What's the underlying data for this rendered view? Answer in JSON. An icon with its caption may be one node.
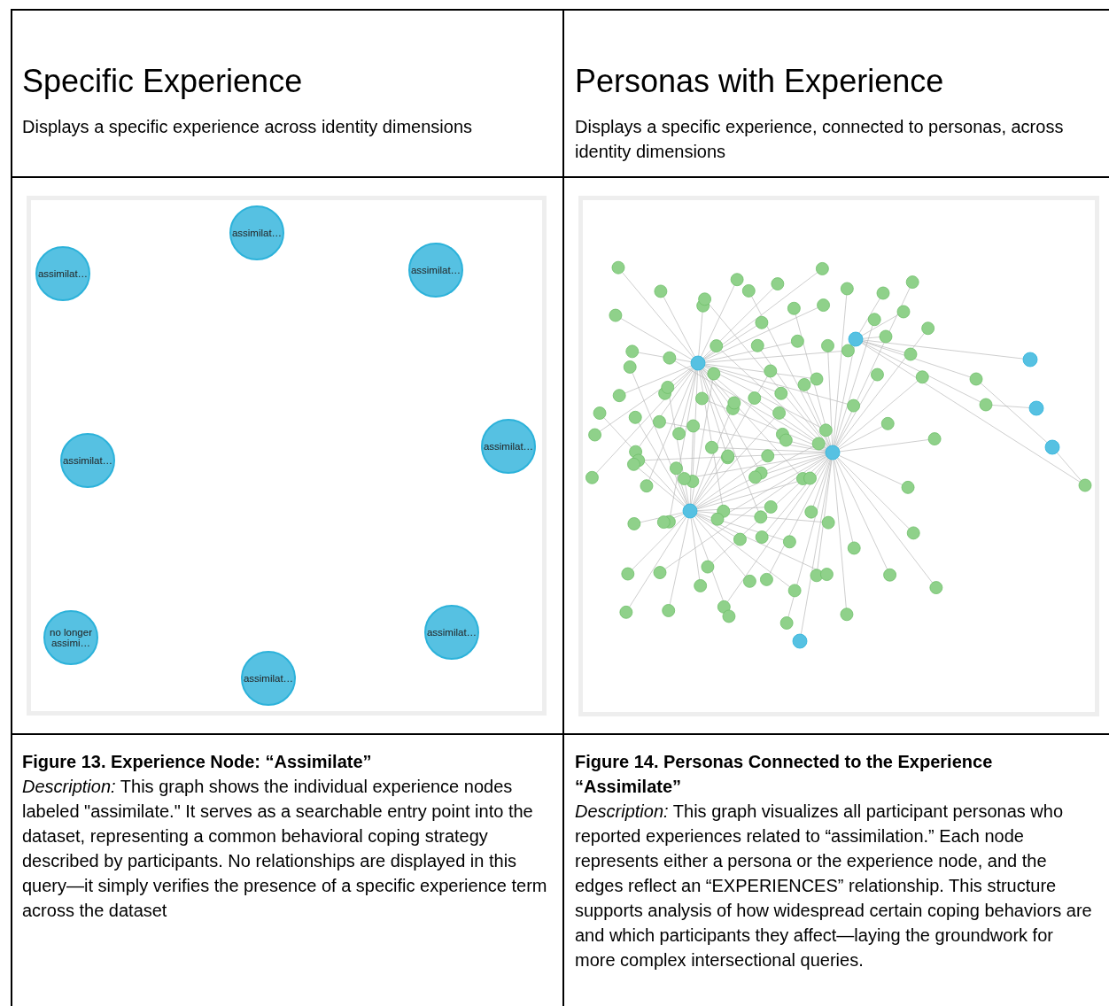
{
  "diagram": {
    "nodes": [
      {
        "text": [
          "assimilat…"
        ]
      },
      {
        "text": [
          "assimilat…"
        ]
      },
      {
        "text": [
          "assimilat…"
        ]
      },
      {
        "text": [
          "assimilat…"
        ]
      },
      {
        "text": [
          "assimilat…"
        ]
      },
      {
        "text": [
          "assimilat…"
        ]
      },
      {
        "text": [
          "no longer assimi…"
        ]
      },
      {
        "text": [
          "assimilat…"
        ]
      }
    ],
    "labels": [
      "Specific Experience",
      "Displays a specific experience across identity dimensions",
      "Personas with Experience",
      "Displays a specific experience, connected to personas, across identity dimensions",
      "Figure 13. Experience Node: “Assimilate”",
      "*Description:* This graph shows the individual experience nodes labeled \"assimilate.\" It serves as a searchable entry point into the dataset, representing a common behavioral coping strategy described by participants. No relationships are displayed in this query—it simply verifies the presence of a specific experience term across the dataset",
      "Figure 14. Personas Connected to the Experience “Assimilate”",
      "*Description:* This graph visualizes all participant personas who reported experiences related to “assimilation.” Each node represents either a persona or the experience node, and the edges reflect an “EXPERIENCES” relationship. This structure supports analysis of how widespread certain coping behaviors are and which participants they affect—laying the groundwork for more complex intersectional queries."
    ]
  }
}
